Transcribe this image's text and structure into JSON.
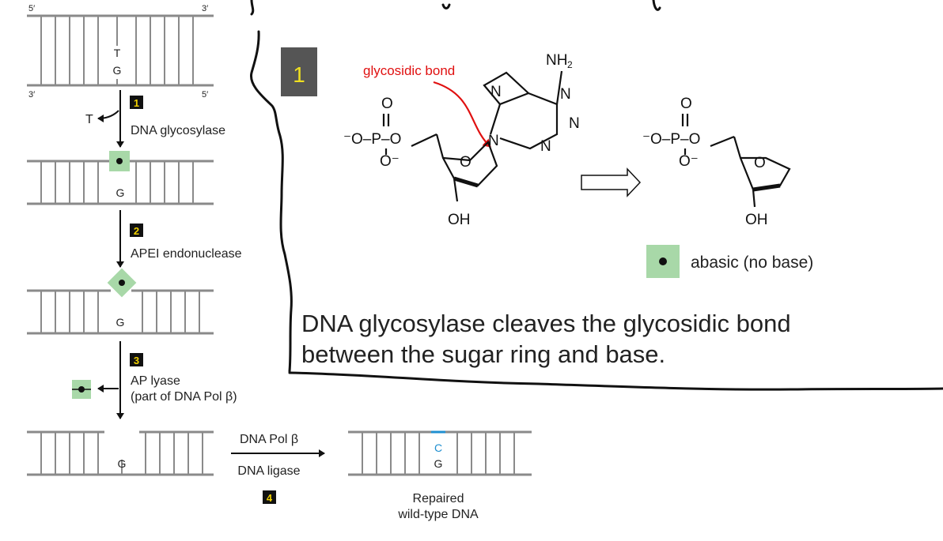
{
  "strand_ends": {
    "five_prime": "5′",
    "three_prime": "3′"
  },
  "bases": {
    "mismatch": "T",
    "template": "G",
    "repair": "C"
  },
  "steps": [
    {
      "number": "1",
      "enzyme": "DNA glycosylase",
      "removed": "T"
    },
    {
      "number": "2",
      "enzyme": "APEI endonuclease"
    },
    {
      "number": "3",
      "enzyme": "AP lyase",
      "note": "(part of DNA Pol β)"
    },
    {
      "number": "4",
      "enzyme_top": "DNA Pol β",
      "enzyme_bottom": "DNA ligase"
    }
  ],
  "result_label": [
    "Repaired",
    "wild-type DNA"
  ],
  "panel": {
    "step_badge": "1",
    "bond_label": "glycosidic bond",
    "legend": "abasic (no base)",
    "caption": [
      "DNA glycosylase cleaves the glycosidic bond",
      "between the sugar ring and base."
    ]
  },
  "colors": {
    "highlight": "#a8d8a8",
    "badge_bg": "#555555",
    "badge_text": "#f0e020",
    "bond_label": "#e01010",
    "repair_base": "#1f8fd0",
    "step_box": "#111111",
    "step_num": "#f0d000"
  }
}
